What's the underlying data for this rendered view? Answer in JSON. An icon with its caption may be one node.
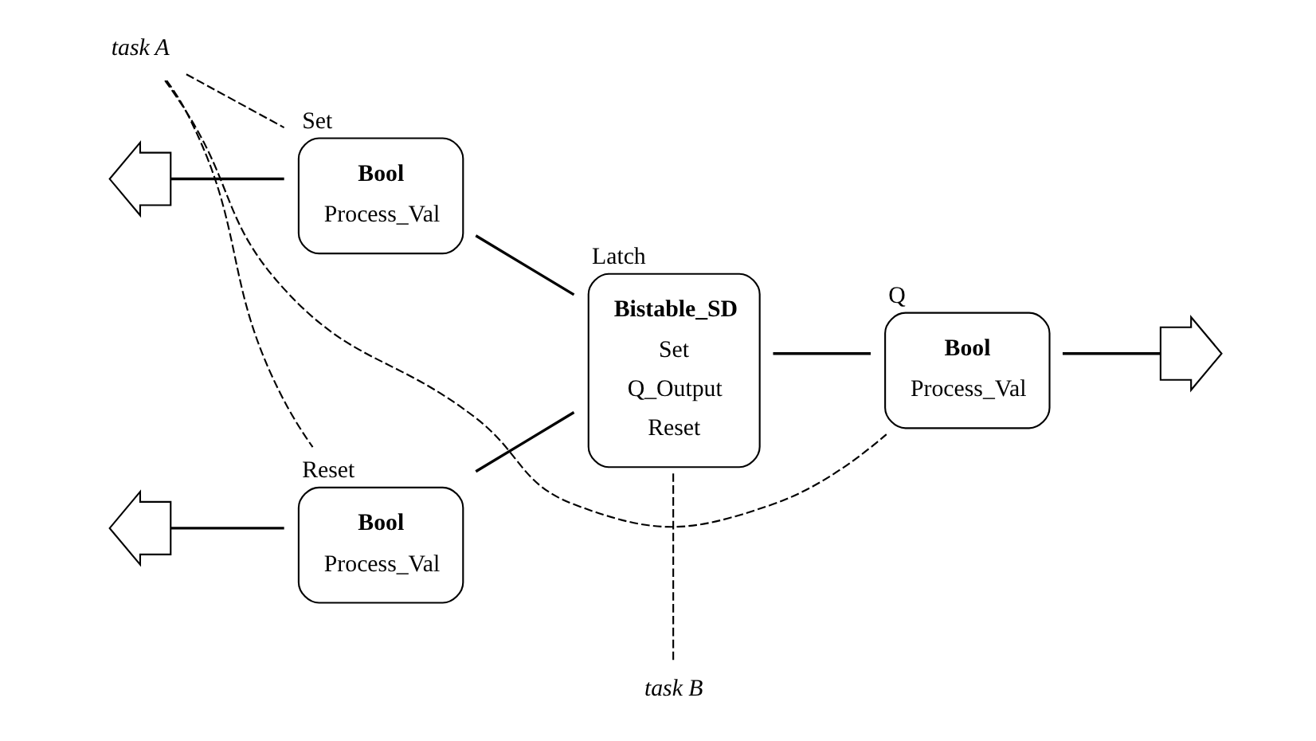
{
  "diagram": {
    "nodes": [
      {
        "text": [
          "Set",
          "Bool",
          "Process_Val"
        ]
      },
      {
        "text": [
          "task B"
        ]
      },
      {
        "text": [],
        "shape": "chevron"
      },
      {
        "text": [
          "Latch",
          "Bistable_SD",
          "Set",
          "Q_Output",
          "Reset"
        ]
      },
      {
        "text": [
          "Q",
          "Bool",
          "Process_Val"
        ]
      },
      {
        "text": [],
        "shape": "chevron"
      },
      {
        "text": [
          "Reset",
          "Bool",
          "Process_Val"
        ]
      },
      {
        "text": [],
        "shape": "chevron"
      },
      {
        "text": [
          "task A"
        ]
      }
    ],
    "edges": [
      {
        "from": 2,
        "to": 0,
        "arrow": "none"
      },
      {
        "from": 0,
        "to": 3,
        "arrow": "none"
      },
      {
        "from": 7,
        "to": 6,
        "arrow": "none"
      },
      {
        "from": 6,
        "to": 3,
        "arrow": "none"
      },
      {
        "from": 3,
        "to": 4,
        "arrow": "none"
      },
      {
        "from": 4,
        "to": 5,
        "arrow": "none"
      },
      {
        "from": 1,
        "to": 3,
        "arrow": "none",
        "style": "dashed"
      },
      {
        "from": 8,
        "to": 0,
        "arrow": "none",
        "style": "dashed"
      },
      {
        "from": 8,
        "to": 6,
        "arrow": "none",
        "style": "dashed"
      },
      {
        "from": 8,
        "to": 4,
        "arrow": "none",
        "style": "dashed"
      }
    ]
  }
}
